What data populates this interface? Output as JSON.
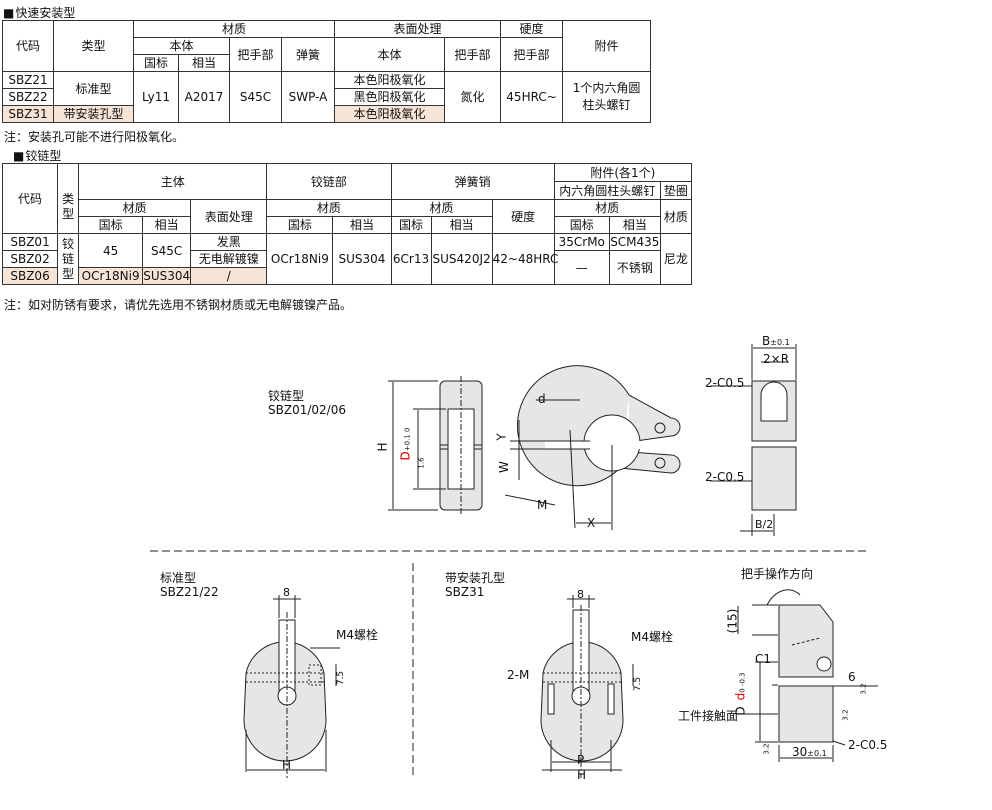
{
  "table1": {
    "title": "快速安装型",
    "head": {
      "code": "代码",
      "type": "类型",
      "material": "材质",
      "surface": "表面处理",
      "hardness": "硬度",
      "accessory": "附件",
      "body": "本体",
      "gb": "国标",
      "eq": "相当",
      "handle": "把手部",
      "spring": "弹簧",
      "s_body": "本体",
      "s_handle": "把手部",
      "h_handle": "把手部"
    },
    "rows": [
      {
        "code": "SBZ21",
        "type": "标准型",
        "surface": "本色阳极氧化"
      },
      {
        "code": "SBZ22",
        "surface": "黑色阳极氧化"
      },
      {
        "code": "SBZ31",
        "type": "带安装孔型",
        "surface": "本色阳极氧化"
      }
    ],
    "shared": {
      "gb": "Ly11",
      "eq": "A2017",
      "handle": "S45C",
      "spring": "SWP-A",
      "handle_surface": "氮化",
      "hardness": "45HRC~",
      "accessory": "1个内六角圆柱头螺钉"
    },
    "note": "注：安装孔可能不进行阳极氧化。"
  },
  "table2": {
    "title": "铰链型",
    "head": {
      "code": "代码",
      "type": "类型",
      "main": "主体",
      "hinge": "铰链部",
      "pin": "弹簧销",
      "acc": "附件(各1个)",
      "screw": "内六角圆柱头螺钉",
      "washer": "垫圈",
      "material": "材质",
      "surface": "表面处理",
      "gb": "国标",
      "eq": "相当",
      "hardness": "硬度",
      "w_material": "材质"
    },
    "type_label": "铰链型",
    "rows": [
      {
        "code": "SBZ01",
        "gb": "45",
        "eq": "S45C",
        "surface": "发黑",
        "screw_gb": "35CrMo",
        "screw_eq": "SCM435"
      },
      {
        "code": "SBZ02",
        "surface": "无电解镀镍",
        "screw_gb": "—",
        "screw_eq": "不锈钢"
      },
      {
        "code": "SBZ06",
        "gb": "OCr18Ni9",
        "eq": "SUS304",
        "surface": "/"
      }
    ],
    "shared": {
      "hinge_gb": "OCr18Ni9",
      "hinge_eq": "SUS304",
      "pin_gb": "6Cr13",
      "pin_eq": "SUS420J2",
      "pin_hardness": "42~48HRC",
      "washer": "尼龙"
    },
    "note": "注：如对防锈有要求，请优先选用不锈钢材质或无电解镀镍产品。"
  },
  "drawings": {
    "hinge_name": "铰链型",
    "hinge_codes": "SBZ01/02/06",
    "std_name": "标准型",
    "std_codes": "SBZ21/22",
    "hole_name": "带安装孔型",
    "hole_codes": "SBZ31",
    "handle_dir": "把手操作方向",
    "labels": {
      "B": "B",
      "Btol": "±0.1",
      "twoR": "2×R",
      "c05a": "2-C0.5",
      "c05b": "2-C0.5",
      "Bhalf": "B/2",
      "H": "H",
      "D": "D",
      "Dtol": "+0.1 0",
      "ra16": "1.6",
      "d": "d",
      "Y": "Y",
      "W": "W",
      "M": "M",
      "X": "X",
      "eight1": "8",
      "m4a": "M4螺栓",
      "h75a": "7.5",
      "H2": "H",
      "eight2": "8",
      "m4b": "M4螺栓",
      "twoM": "2-M",
      "h75b": "7.5",
      "P": "P",
      "H3": "H",
      "fifteen": "(15)",
      "C1": "C1",
      "D0": "D",
      "d0": "d",
      "dtol": "0 -0.3",
      "six": "6",
      "surf": "工件接触面",
      "thirty": "30",
      "thirtytol": "±0.1",
      "c05c": "2-C0.5",
      "ra32a": "3.2",
      "ra32b": "3.2",
      "ra32c": "3.2"
    }
  }
}
